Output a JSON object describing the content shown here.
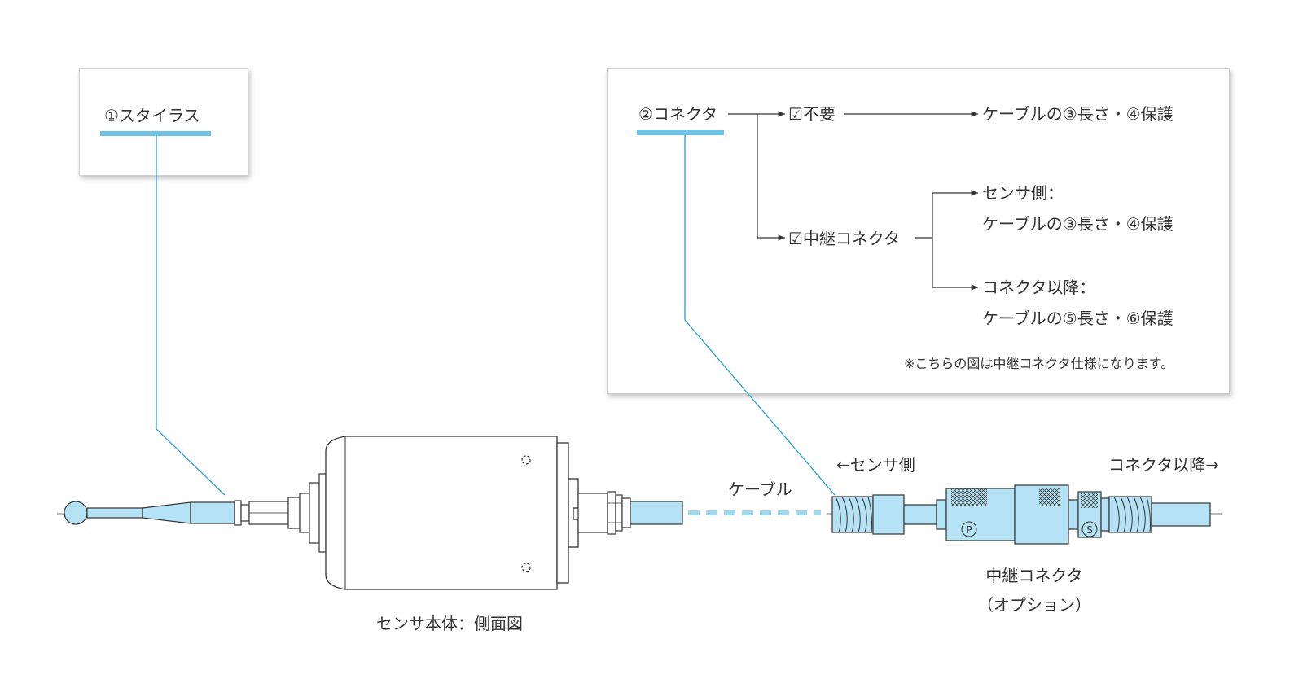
{
  "stylus_box": {
    "label": "①スタイラス"
  },
  "connector_box": {
    "label": "②コネクタ",
    "option_unneeded": "☑不要",
    "unneeded_result": "ケーブルの③長さ・④保護",
    "option_relay": "☑中継コネクタ",
    "sensor_side_title": "センサ側：",
    "sensor_side_detail": "ケーブルの③長さ・④保護",
    "after_connector_title": "コネクタ以降：",
    "after_connector_detail": "ケーブルの⑤長さ・⑥保護",
    "note": "※こちらの図は中継コネクタ仕様になります。"
  },
  "drawing": {
    "cable_label": "ケーブル",
    "sensor_side_arrow": "←センサ側",
    "connector_after_arrow": "コネクタ以降→",
    "body_caption": "センサ本体：側面図",
    "relay_caption_1": "中継コネクタ",
    "relay_caption_2": "（オプション）",
    "mark_p": "P",
    "mark_s": "S"
  },
  "colors": {
    "accent": "#6cc4e8",
    "leader": "#2a9fd6",
    "part_fill": "#b5e2f4",
    "line": "#333333"
  }
}
